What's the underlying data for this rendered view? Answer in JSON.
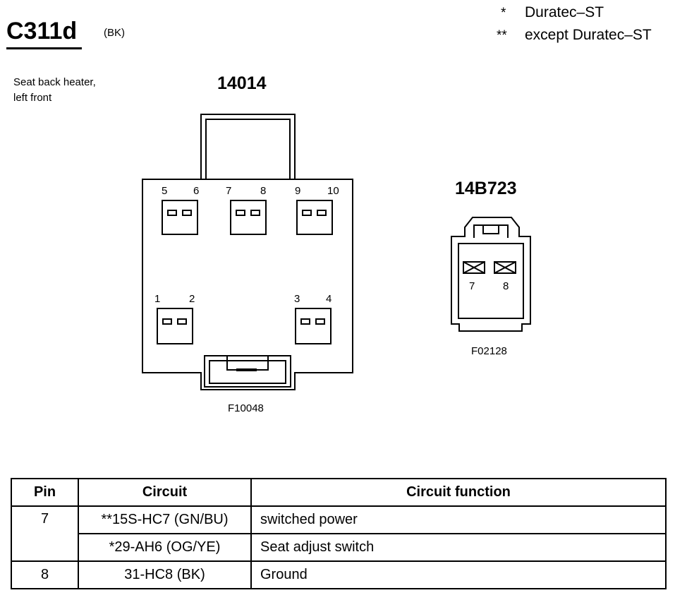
{
  "header": {
    "connector": "C311d",
    "color": "(BK)",
    "legend": [
      {
        "mark": "*",
        "text": "Duratec–ST"
      },
      {
        "mark": "**",
        "text": "except Duratec–ST"
      }
    ]
  },
  "description": [
    "Seat back heater,",
    "left front"
  ],
  "connector_a": {
    "part": "14014",
    "pins": [
      "5",
      "6",
      "7",
      "8",
      "9",
      "10",
      "1",
      "2",
      "3",
      "4"
    ],
    "figure_code": "F10048"
  },
  "connector_b": {
    "part": "14B723",
    "pins": [
      "7",
      "8"
    ],
    "figure_code": "F02128"
  },
  "table": {
    "headers": [
      "Pin",
      "Circuit",
      "Circuit function"
    ],
    "rows": [
      {
        "pin": "7",
        "circuit": "**15S-HC7 (GN/BU)",
        "function": "switched power"
      },
      {
        "pin": "",
        "circuit": "*29-AH6 (OG/YE)",
        "function": "Seat adjust switch"
      },
      {
        "pin": "8",
        "circuit": "31-HC8 (BK)",
        "function": "Ground"
      }
    ]
  }
}
